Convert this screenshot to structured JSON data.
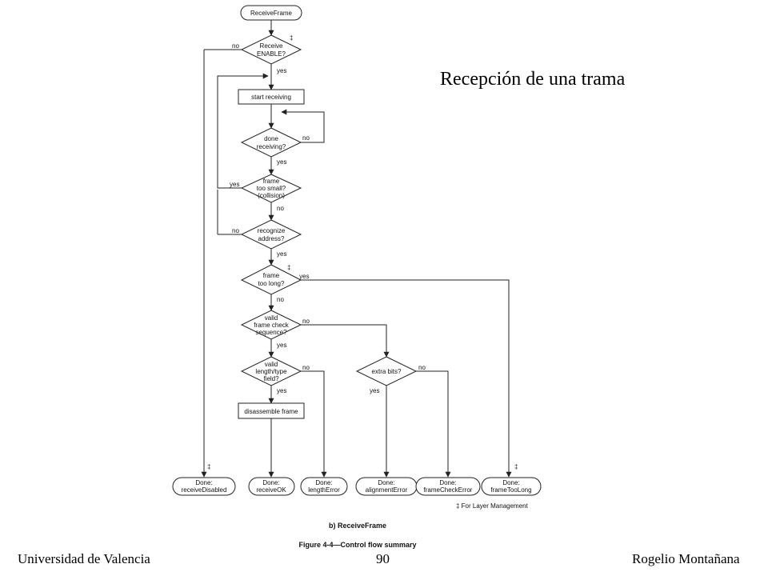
{
  "slide": {
    "title": "Recepción de una trama",
    "footer_left": "Universidad de Valencia",
    "footer_page": "90",
    "footer_right": "Rogelio Montañana"
  },
  "diagram": {
    "start": "ReceiveFrame",
    "process": {
      "start_receiving": "start receiving",
      "disassemble": "disassemble frame"
    },
    "decisions": {
      "receive_enable": [
        "Receive",
        "ENABLE?"
      ],
      "done_receiving": [
        "done",
        "receiving?"
      ],
      "too_small": [
        "frame",
        "too small?",
        "(collision)"
      ],
      "recognize": [
        "recognize",
        "address?"
      ],
      "too_long": [
        "frame",
        "too long?"
      ],
      "fcs": [
        "valid",
        "frame check",
        "sequence?"
      ],
      "length": [
        "valid",
        "length/type",
        "field?"
      ],
      "extra_bits": [
        "extra bits?"
      ]
    },
    "terminals": {
      "receive_disabled": [
        "Done:",
        "receiveDisabled"
      ],
      "receive_ok": [
        "Done:",
        "receiveOK"
      ],
      "length_error": [
        "Done:",
        "lengthError"
      ],
      "alignment_error": [
        "Done:",
        "alignmentError"
      ],
      "frame_check_error": [
        "Done:",
        "frameCheckError"
      ],
      "frame_too_long": [
        "Done:",
        "frameTooLong"
      ]
    },
    "labels": {
      "yes": "yes",
      "no": "no",
      "dagger": "‡"
    },
    "note": "‡ For Layer Management",
    "subcaption": "b) ReceiveFrame",
    "caption": "Figure 4-4—Control flow summary"
  }
}
